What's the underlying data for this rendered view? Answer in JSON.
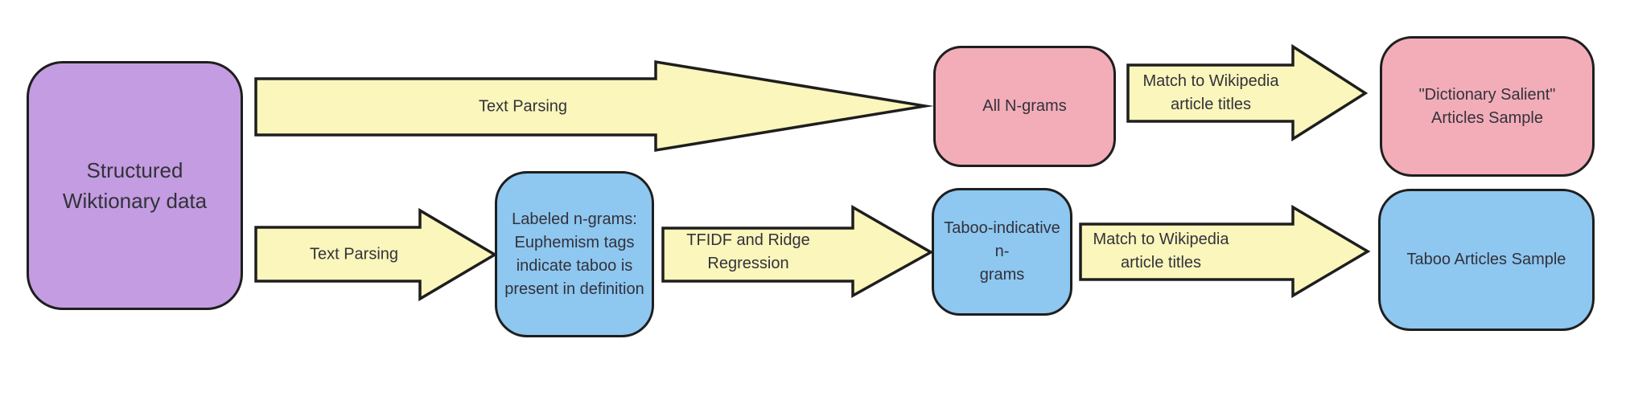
{
  "diagram": {
    "background": "#ffffff",
    "colors": {
      "arrow_fill": "#faf6bc",
      "purple_fill": "#c49ce1",
      "pink_fill": "#f2adb9",
      "blue_fill": "#8ec7f0",
      "stroke": "#1e1e1e",
      "text": "#32323a"
    },
    "nodes": [
      {
        "id": "structured-wiktionary-data",
        "label": "Structured\nWiktionary data",
        "fill": "purple"
      },
      {
        "id": "all-n-grams",
        "label": "All N-grams",
        "fill": "pink"
      },
      {
        "id": "labeled-n-grams",
        "label": "Labeled n-grams:\nEuphemism tags\nindicate taboo is\npresent in definition",
        "fill": "blue"
      },
      {
        "id": "taboo-indicative-n-grams",
        "label": "Taboo-indicative n-\ngrams",
        "fill": "blue"
      },
      {
        "id": "dictionary-salient-articles-sample",
        "label": "\"Dictionary Salient\"\nArticles Sample",
        "fill": "pink"
      },
      {
        "id": "taboo-articles-sample",
        "label": "Taboo Articles Sample",
        "fill": "blue"
      }
    ],
    "arrows": [
      {
        "id": "text-parsing-top",
        "label": "Text Parsing"
      },
      {
        "id": "text-parsing-bottom",
        "label": "Text Parsing"
      },
      {
        "id": "tfidf-ridge-regression",
        "label": "TFIDF and Ridge\nRegression"
      },
      {
        "id": "match-wikipedia-top",
        "label": "Match to Wikipedia\narticle titles"
      },
      {
        "id": "match-wikipedia-bottom",
        "label": "Match to Wikipedia\narticle titles"
      }
    ]
  }
}
